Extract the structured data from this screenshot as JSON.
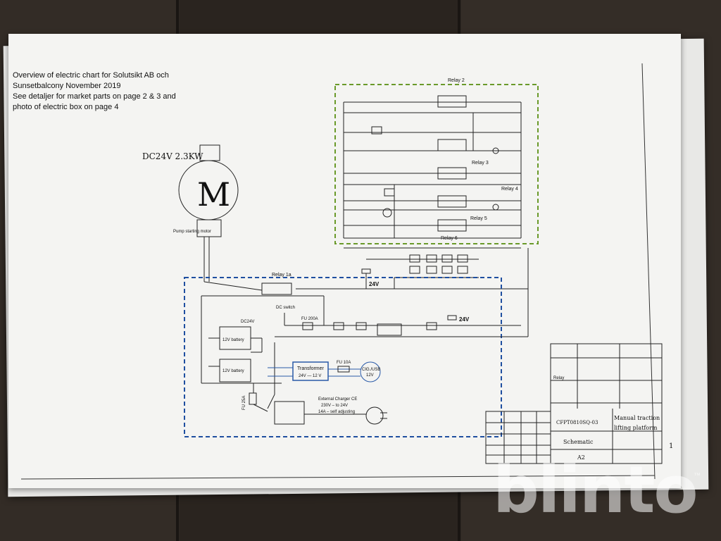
{
  "intro": {
    "line1": "Overview of electric chart for Solutsikt AB och",
    "line2": "Sunsetbalcony November 2019",
    "line3": "See detaljer for market parts on page 2 & 3 and",
    "line4": "photo of electric box on page 4"
  },
  "motor": {
    "rating": "DC24V  2.3KW",
    "symbol": "M",
    "caption": "Pump starting motor"
  },
  "relays": {
    "r2": "Relay 2",
    "r3": "Relay 3",
    "r4": "Relay 4",
    "r5": "Relay 5",
    "r6": "Relay 6",
    "r1a": "Relay 1a"
  },
  "power": {
    "v24_top": "24V",
    "v24_right": "24V",
    "dc24v": "DC24V",
    "dc_switch": "DC switch",
    "fu200": "FU 200A",
    "battery1": "12V battery",
    "battery2": "12V battery",
    "fu25a": "FU 25A",
    "transformer_line1": "Transformer",
    "transformer_line2": "24V — 12 V",
    "fu10a": "FU 10A",
    "cig_line1": "CIG./USB",
    "cig_line2": "12V",
    "charger_line1": "External Charger CE",
    "charger_line2": "230V – to 24V",
    "charger_line3": "14A – self adjusting"
  },
  "title_block": {
    "code": "CFPT0810SQ-03",
    "title_line1": "Manual traction",
    "title_line2": "lifting platform",
    "schematic": "Schematic",
    "size": "A2",
    "relay": "Relay",
    "page": "1"
  },
  "watermark": "blinto",
  "watermark_tm": "™",
  "colors": {
    "green_box": "#6a9a2a",
    "blue_box": "#1f4fa0",
    "transformer_border": "#2a5aa8"
  }
}
